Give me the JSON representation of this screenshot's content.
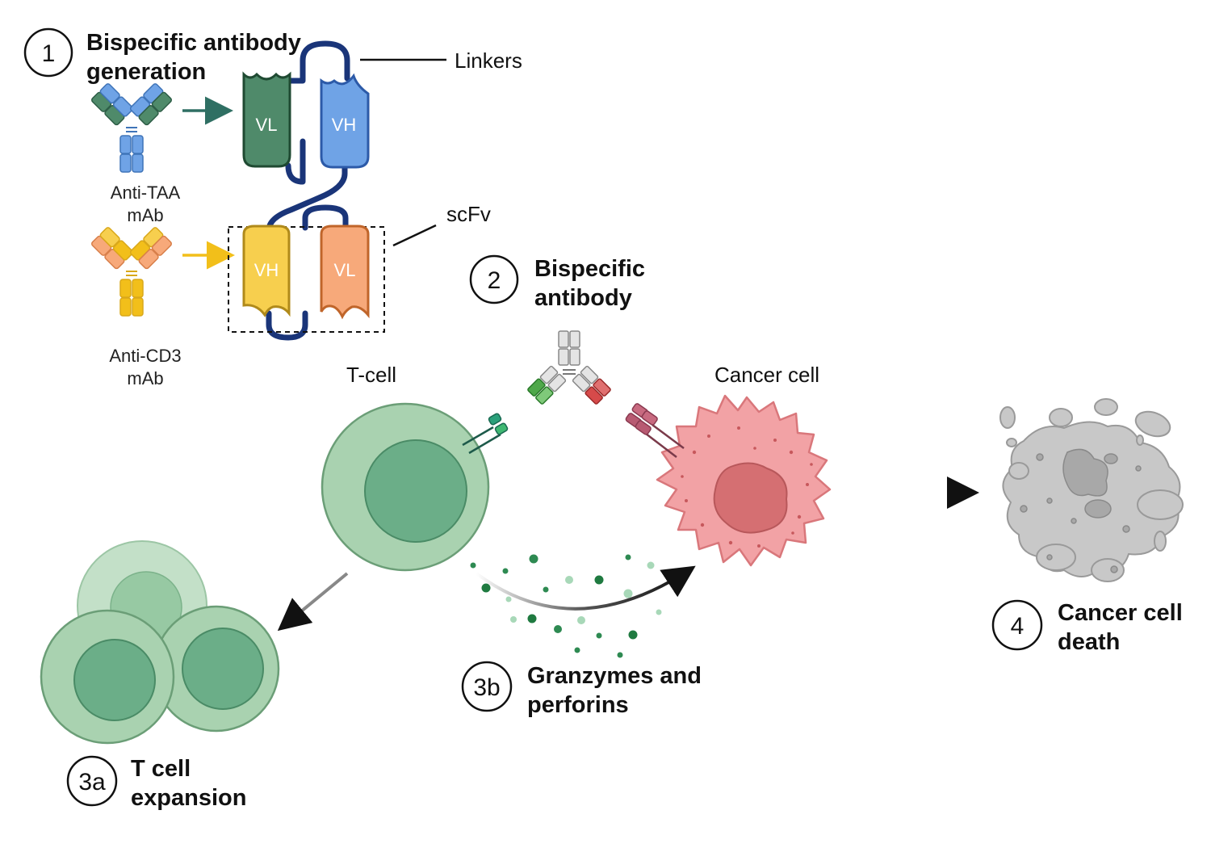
{
  "steps": {
    "step1": {
      "number": "1",
      "title_line1": "Bispecific antibody",
      "title_line2": "generation"
    },
    "step2": {
      "number": "2",
      "title_line1": "Bispecific",
      "title_line2": "antibody"
    },
    "step3a": {
      "number": "3a",
      "title_line1": "T cell",
      "title_line2": "expansion"
    },
    "step3b": {
      "number": "3b",
      "title_line1": "Granzymes and",
      "title_line2": "perforins"
    },
    "step4": {
      "number": "4",
      "title_line1": "Cancer cell",
      "title_line2": "death"
    }
  },
  "labels": {
    "linkers": "Linkers",
    "scfv": "scFv",
    "anti_taa_line1": "Anti-TAA",
    "anti_taa_line2": "mAb",
    "anti_cd3_line1": "Anti-CD3",
    "anti_cd3_line2": "mAb",
    "t_cell": "T-cell",
    "cancer_cell": "Cancer cell"
  },
  "domains": {
    "top_left": "VL",
    "top_right": "VH",
    "bottom_left": "VH",
    "bottom_right": "VL"
  },
  "colors": {
    "vl_green": "#4f8a6a",
    "vh_blue": "#6fa3e6",
    "vh_yellow": "#f7cf4e",
    "vl_orange": "#f7a97a",
    "linker_navy": "#1a3579",
    "tcell_outer": "#a9d2b0",
    "tcell_inner": "#6bae88",
    "cancer_pink": "#f2a2a5",
    "cancer_nucleus": "#d56f72",
    "dead_cell_gray": "#c8c8c8"
  },
  "icons": [
    "antibody-icon",
    "t-cell-icon",
    "cancer-cell-icon",
    "dead-cell-icon",
    "arrow-icon",
    "tcr-receptor-icon",
    "tumor-antigen-icon"
  ]
}
